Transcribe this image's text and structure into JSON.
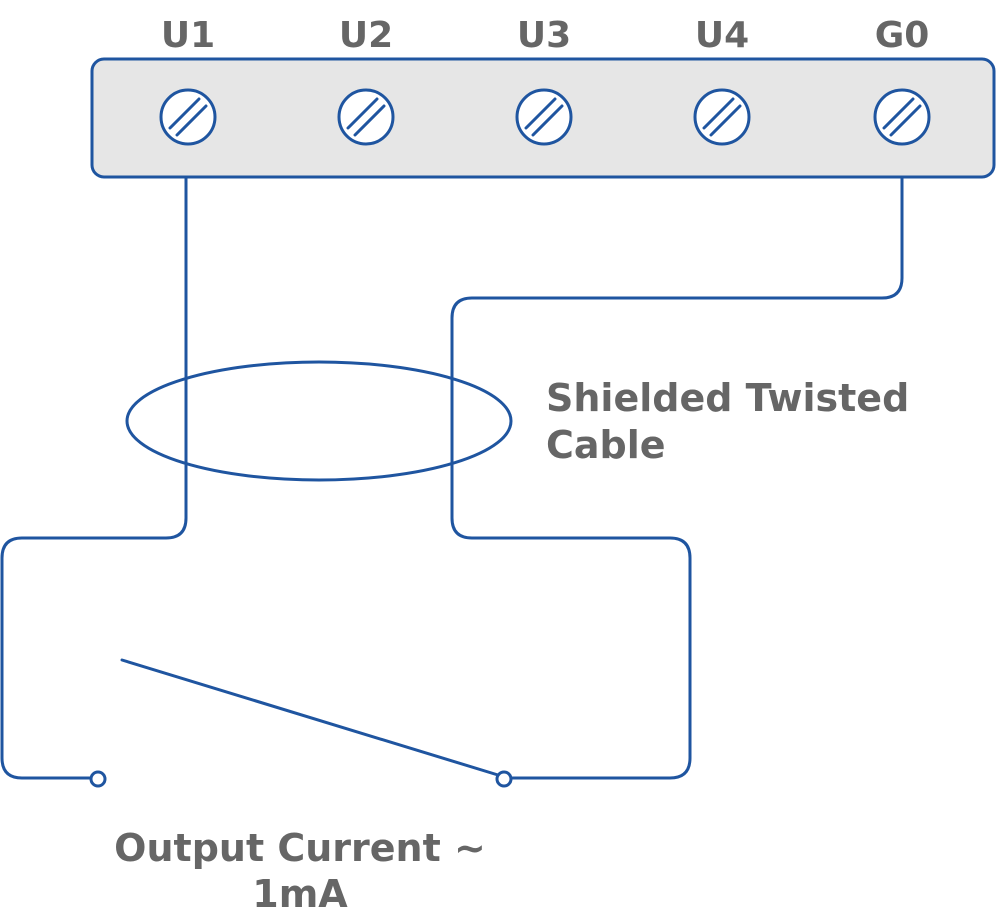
{
  "terminal_block": {
    "terminals": [
      {
        "label": "U1"
      },
      {
        "label": "U2"
      },
      {
        "label": "U3"
      },
      {
        "label": "U4"
      },
      {
        "label": "G0"
      }
    ]
  },
  "cable": {
    "label_line1": "Shielded Twisted",
    "label_line2": "Cable"
  },
  "switch": {
    "label_line1": "Output Current ~",
    "label_line2": "1mA"
  },
  "colors": {
    "wire": "#1f55a0",
    "block_fill": "#e6e6e6",
    "text": "#666666"
  }
}
